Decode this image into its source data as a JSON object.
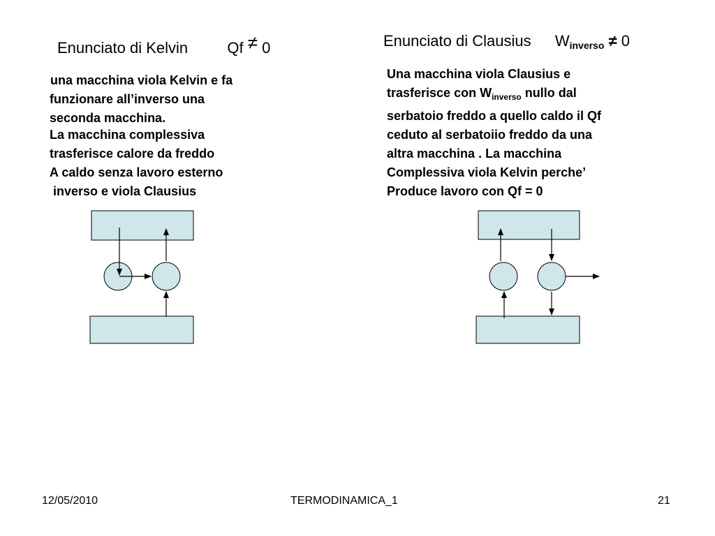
{
  "left": {
    "title": "Enunciato di Kelvin",
    "qf_label": "Qf",
    "neq_symbol": "≠",
    "zero": "0",
    "text_lines": [
      "una macchina viola Kelvin e fa",
      "funzionare all’inverso una",
      "seconda macchina.",
      "La  macchina complessiva",
      "trasferisce calore da freddo",
      "A caldo senza lavoro esterno",
      " inverso e viola Clausius"
    ]
  },
  "right": {
    "title": "Enunciato di Clausius",
    "w_label": "W",
    "w_sub": "inverso",
    "neq_symbol": "≠",
    "zero": "0",
    "line1": "Una macchina viola Clausius e",
    "line2_pre": "trasferisce con W",
    "line2_sub": "inverso",
    "line2_post": " nullo dal",
    "text_lines_rest": [
      "serbatoio freddo a quello caldo il Qf",
      "ceduto al serbatoiio freddo da una",
      "altra macchina . La macchina",
      "Complessiva viola Kelvin perche’",
      "Produce lavoro con Qf = 0"
    ]
  },
  "colors": {
    "box_fill": "#cfe6ea",
    "line": "#000000"
  },
  "footer": {
    "date": "12/05/2010",
    "title": "TERMODINAMICA_1",
    "page": "21"
  }
}
